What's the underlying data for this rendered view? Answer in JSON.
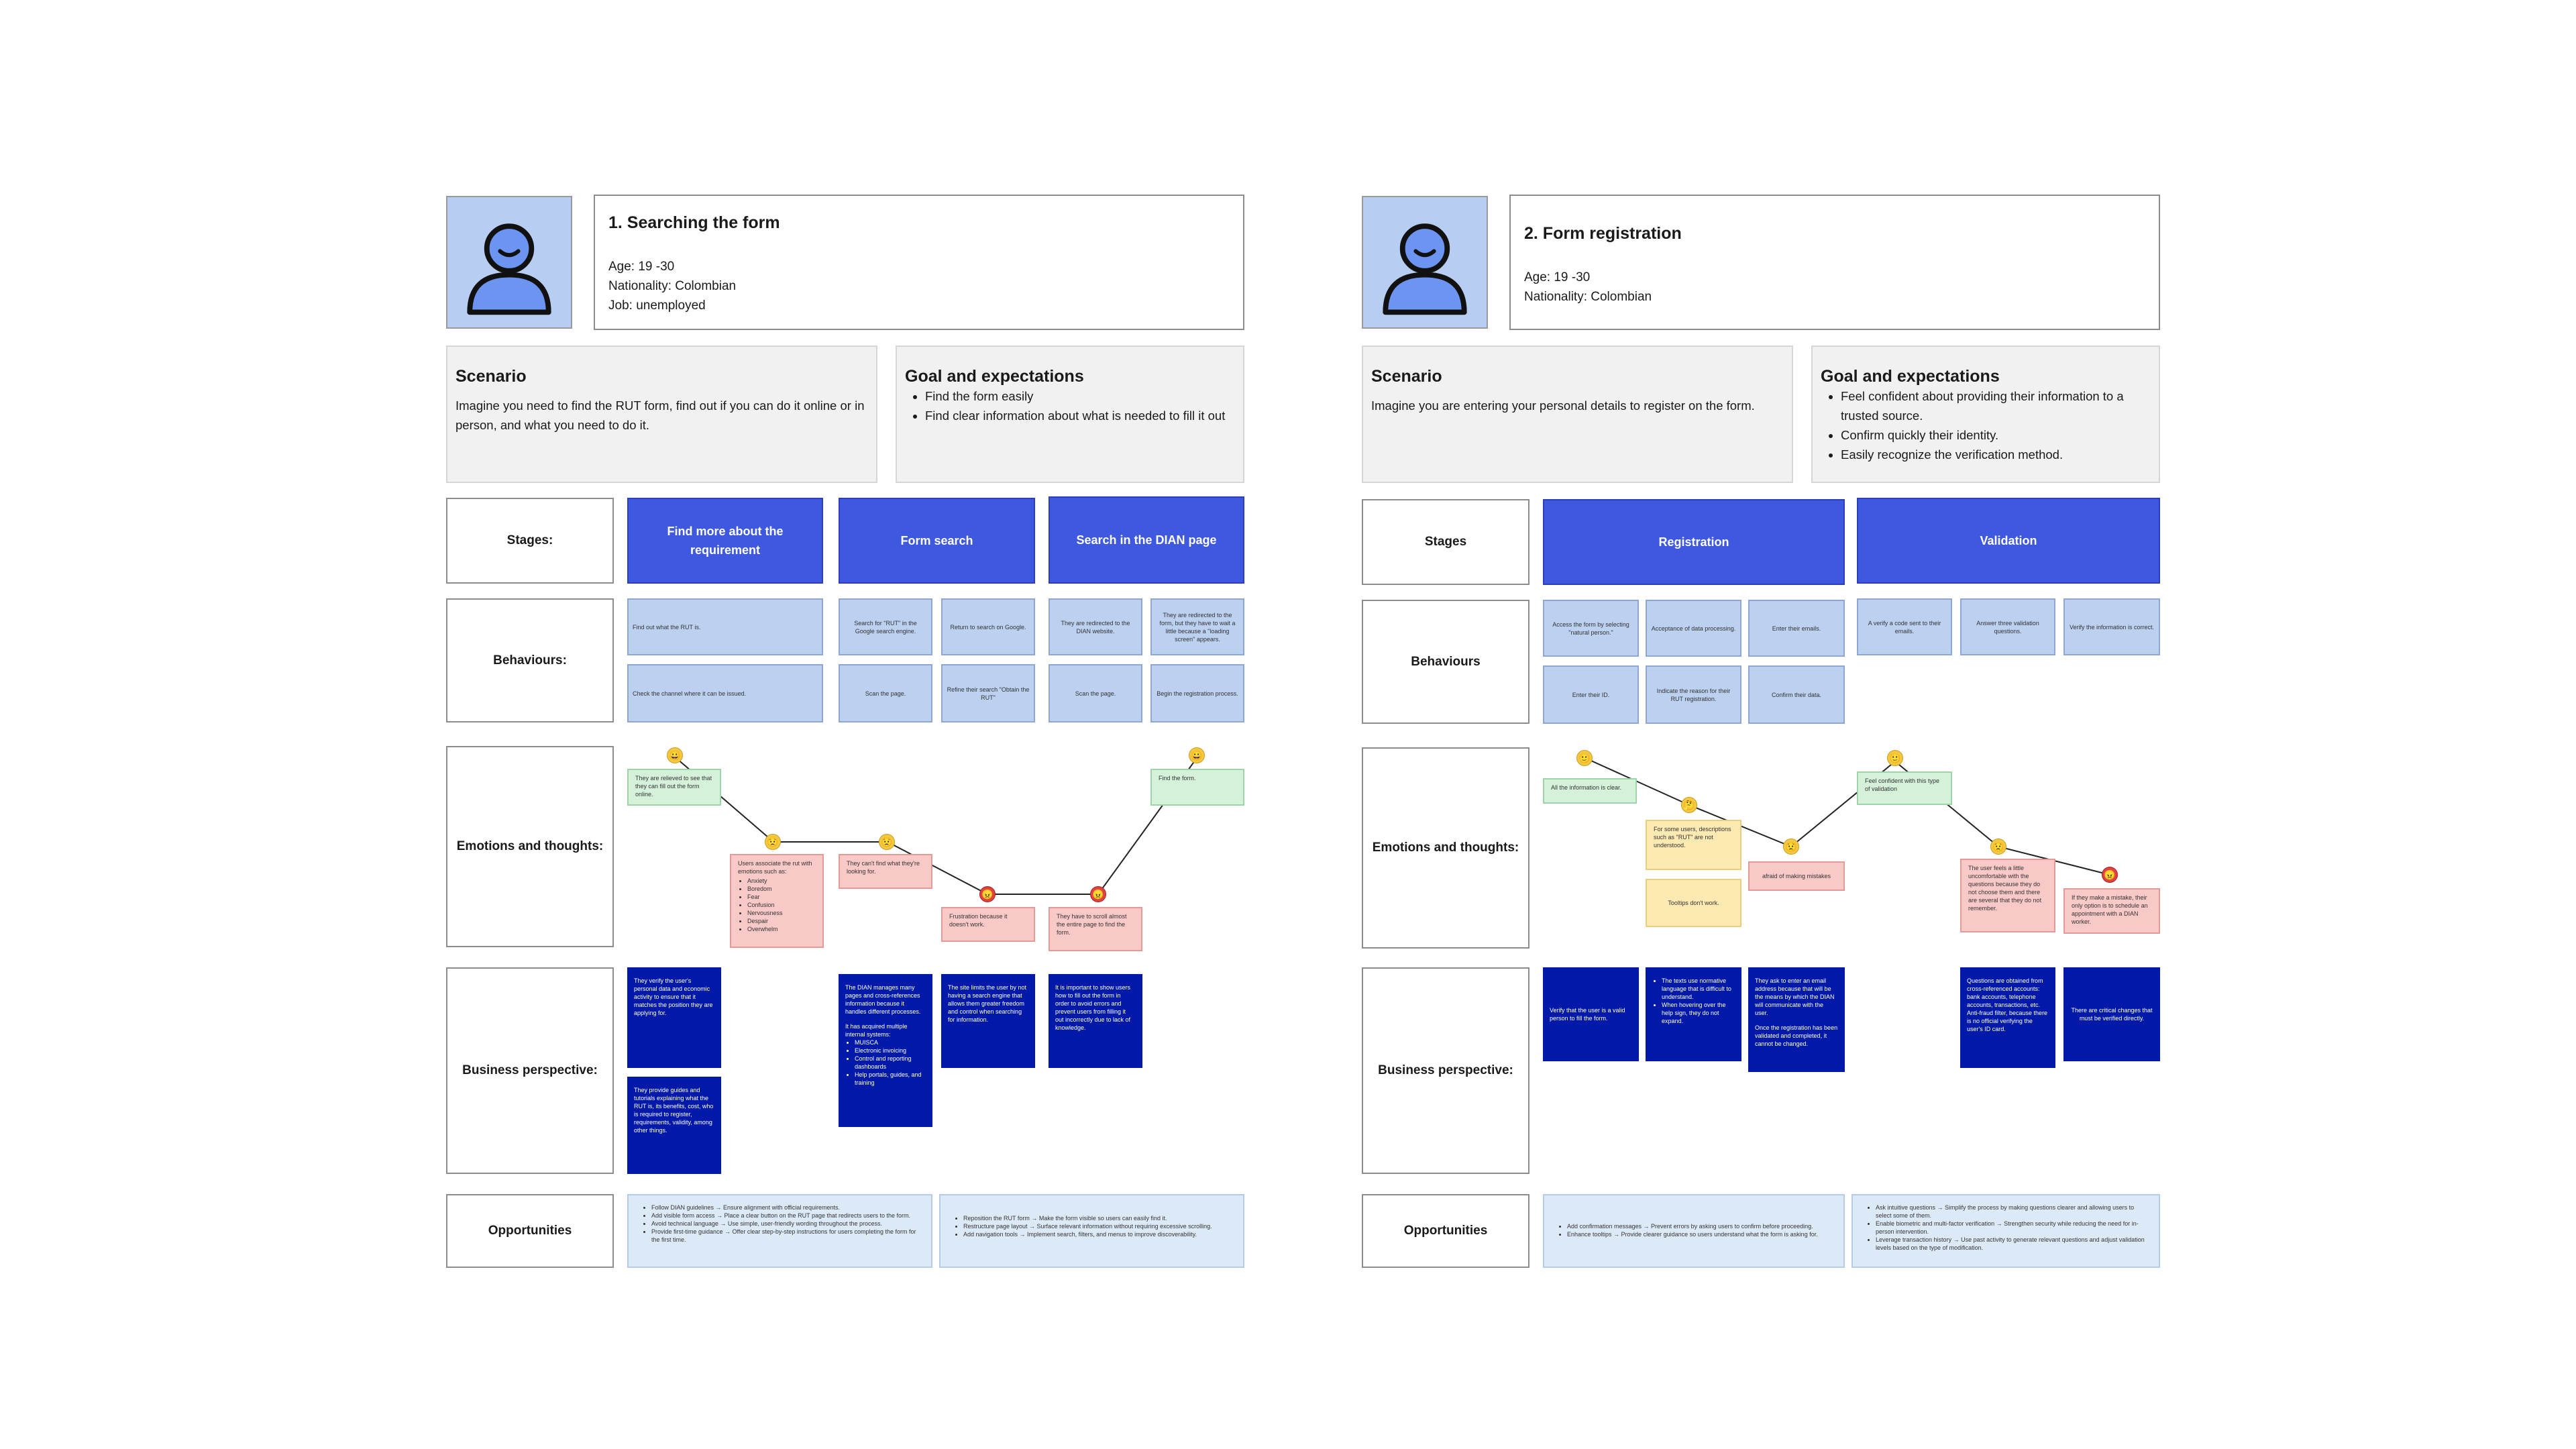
{
  "map1": {
    "profile": {
      "title": "1. Searching the form",
      "lines": [
        "Age: 19 -30",
        "Nationality: Colombian",
        "Job: unemployed"
      ]
    },
    "scenario": {
      "title": "Scenario",
      "text": "Imagine you need to find the RUT form, find out if you can do it online or in person, and what you need to do it."
    },
    "goal": {
      "title": "Goal and expectations",
      "items": [
        "Find the form easily",
        "Find clear information about what is needed to fill it out"
      ]
    },
    "labels": {
      "stages": "Stages:",
      "behaviours": "Behaviours:",
      "emotions": "Emotions and thoughts:",
      "business": "Business perspective:",
      "opportunities": "Opportunities"
    },
    "stages": [
      "Find more about the requirement",
      "Form search",
      "Search in the DIAN page"
    ],
    "behaviours": [
      "Find out what the RUT is.",
      "Check the channel where it can be issued.",
      "Search for \"RUT\" in the Google search engine.",
      "Scan the page.",
      "Return to search on Google.",
      "Refine their search \"Obtain the RUT\"",
      "They are redirected to the DIAN website.",
      "Scan the page.",
      "They are redirected to the form, but they have to wait a little because a \"loading screen\" appears.",
      "Begin the registration process."
    ],
    "emotions": {
      "e1": "They are relieved to see that they can fill out the form online.",
      "e2_intro": "Users associate the rut with emotions such as:",
      "e2_items": [
        "Anxiety",
        "Boredom",
        "Fear",
        "Confusion",
        "Nervousness",
        "Despair",
        "Overwhelm"
      ],
      "e3": "They can't find what they're looking for.",
      "e4": "Frustration because it doesn't work.",
      "e5": "They have to scroll almost the entire page to find the form.",
      "e6": "Find the form."
    },
    "business": {
      "b1": "They verify the user's personal data and economic activity to ensure that it matches the position they are applying for.",
      "b2": "They provide guides and tutorials explaining what the RUT is, its benefits, cost, who is required to register, requirements, validity, among other things.",
      "b3_intro": "The DIAN manages many pages and cross-references information because it handles different processes.",
      "b3_mid": "It has acquired multiple internal systems:",
      "b3_items": [
        "MUISCA",
        "Electronic invoicing",
        "Control and reporting dashboards",
        "Help portals, guides, and training"
      ],
      "b4": "The site limits the user by not having a search engine that allows them greater freedom and control when searching for information.",
      "b5": "It is important to show users how to fill out the form in order to avoid errors and prevent users from filling it out incorrectly due to lack of knowledge."
    },
    "opportunities": {
      "o1": [
        "Follow DIAN guidelines → Ensure alignment with official requirements.",
        "Add visible form access → Place a clear button on the RUT page that redirects users to the form.",
        "Avoid technical language → Use simple, user-friendly wording throughout the process.",
        "Provide first-time guidance → Offer clear step-by-step instructions for users completing the form for the first time."
      ],
      "o2": [
        "Reposition the RUT form → Make the form visible so users can easily find it.",
        "Restructure page layout → Surface relevant information without requiring excessive scrolling.",
        "Add navigation tools → Implement search, filters, and menus to improve discoverability."
      ]
    }
  },
  "map2": {
    "profile": {
      "title": "2. Form registration",
      "lines": [
        "Age: 19 -30",
        "Nationality: Colombian"
      ]
    },
    "scenario": {
      "title": "Scenario",
      "text": "Imagine you are entering your personal details to register on the form."
    },
    "goal": {
      "title": "Goal and expectations",
      "items": [
        "Feel confident about providing their information to a trusted source.",
        "Confirm quickly their identity.",
        "Easily recognize the verification method."
      ]
    },
    "labels": {
      "stages": "Stages",
      "behaviours": "Behaviours",
      "emotions": "Emotions and thoughts:",
      "business": "Business perspective:",
      "opportunities": "Opportunities"
    },
    "stages": [
      "Registration",
      "Validation"
    ],
    "behaviours": [
      "Access the form by selecting \"natural person.\"",
      "Acceptance of data processing.",
      "Enter their emails.",
      "Enter their ID.",
      "Indicate the reason for their RUT registration.",
      "Confirm their data.",
      "A verify a code sent to their emails.",
      "Answer three validation questions.",
      "Verify the information is correct."
    ],
    "emotions": {
      "e1": "All the information is clear.",
      "e2": "For some users, descriptions such as \"RUT\" are not understood.",
      "e3": "Tooltips don't work.",
      "e4": "afraid of making mistakes",
      "e5": "Feel confident with this type of validation",
      "e6": "The user feels a little uncomfortable with the questions because they do not choose them and there are several that they do not remember.",
      "e7": "If they make a mistake, their only option is to schedule an appointment with a DIAN worker."
    },
    "business": {
      "b1": "Verify that the user is a valid person to fill the form.",
      "b2_items": [
        "The texts use normative language that is difficult to understand.",
        "When hovering over the help sign, they do not expand."
      ],
      "b3": "They ask to enter an email address because that will be the means by which the DIAN will communicate with the user.",
      "b3b": "Once the registration has been validated and completed, it cannot be changed.",
      "b4": "Questions are obtained from cross-referenced accounts: bank accounts, telephone accounts, transactions, etc.",
      "b4b": "Anti-fraud filter, because there is no official verifying the user's ID card.",
      "b5": "There are critical changes that must be verified directly."
    },
    "opportunities": {
      "o1": [
        "Add confirmation messages → Prevent errors by asking users to confirm before proceeding.",
        "Enhance tooltips → Provide clearer guidance so users understand what the form is asking for."
      ],
      "o2": [
        "Ask intuitive questions → Simplify the process by making questions clearer and allowing users to select some of them.",
        "Enable biometric and multi-factor verification → Strengthen security while reducing the need for in-person intervention.",
        "Leverage transaction history → Use past activity to generate relevant questions and adjust validation levels based on the type of modification."
      ]
    }
  },
  "emoji": {
    "happy": "😀",
    "worried": "😟",
    "thinking": "🤔",
    "neutral": "🙂",
    "angry": "😠"
  }
}
